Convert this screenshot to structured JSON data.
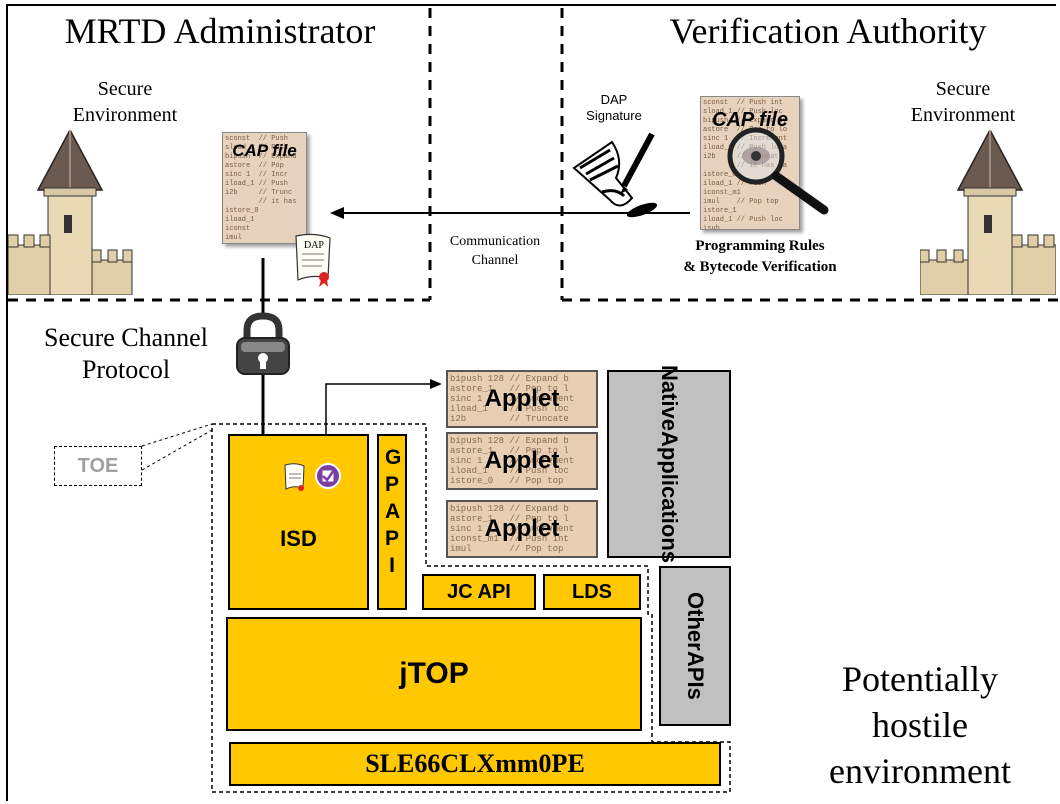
{
  "top": {
    "mrtd_title": "MRTD Administrator",
    "va_title": "Verification Authority",
    "secure_env_left_1": "Secure",
    "secure_env_left_2": "Environment",
    "secure_env_right_1": "Secure",
    "secure_env_right_2": "Environment",
    "cap_file_label": "CAP file",
    "dap_label": "DAP",
    "dap_sig_1": "DAP",
    "dap_sig_2": "Signature",
    "comm_1": "Communication",
    "comm_2": "Channel",
    "prog_1": "Programming Rules",
    "prog_2": "& Bytecode Verification"
  },
  "middle": {
    "scp_1": "Secure Channel",
    "scp_2": "Protocol",
    "toe": "TOE"
  },
  "blocks": {
    "isd": "ISD",
    "gp_api": "GPAPI",
    "applet_1": "Applet",
    "applet_2": "Applet",
    "applet_3": "Applet",
    "native_1": "Native",
    "native_2": "Applications",
    "jc_api": "JC API",
    "lds": "LDS",
    "other_1": "Other",
    "other_2": "APIs",
    "jtop": "jTOP",
    "chip": "SLE66CLXmm0PE"
  },
  "env": {
    "line1": "Potentially",
    "line2": "hostile",
    "line3": "environment"
  },
  "colors": {
    "block_fill": "#ffc800",
    "gray_fill": "#c0c0c0",
    "toe_text": "#a0a0a0"
  }
}
